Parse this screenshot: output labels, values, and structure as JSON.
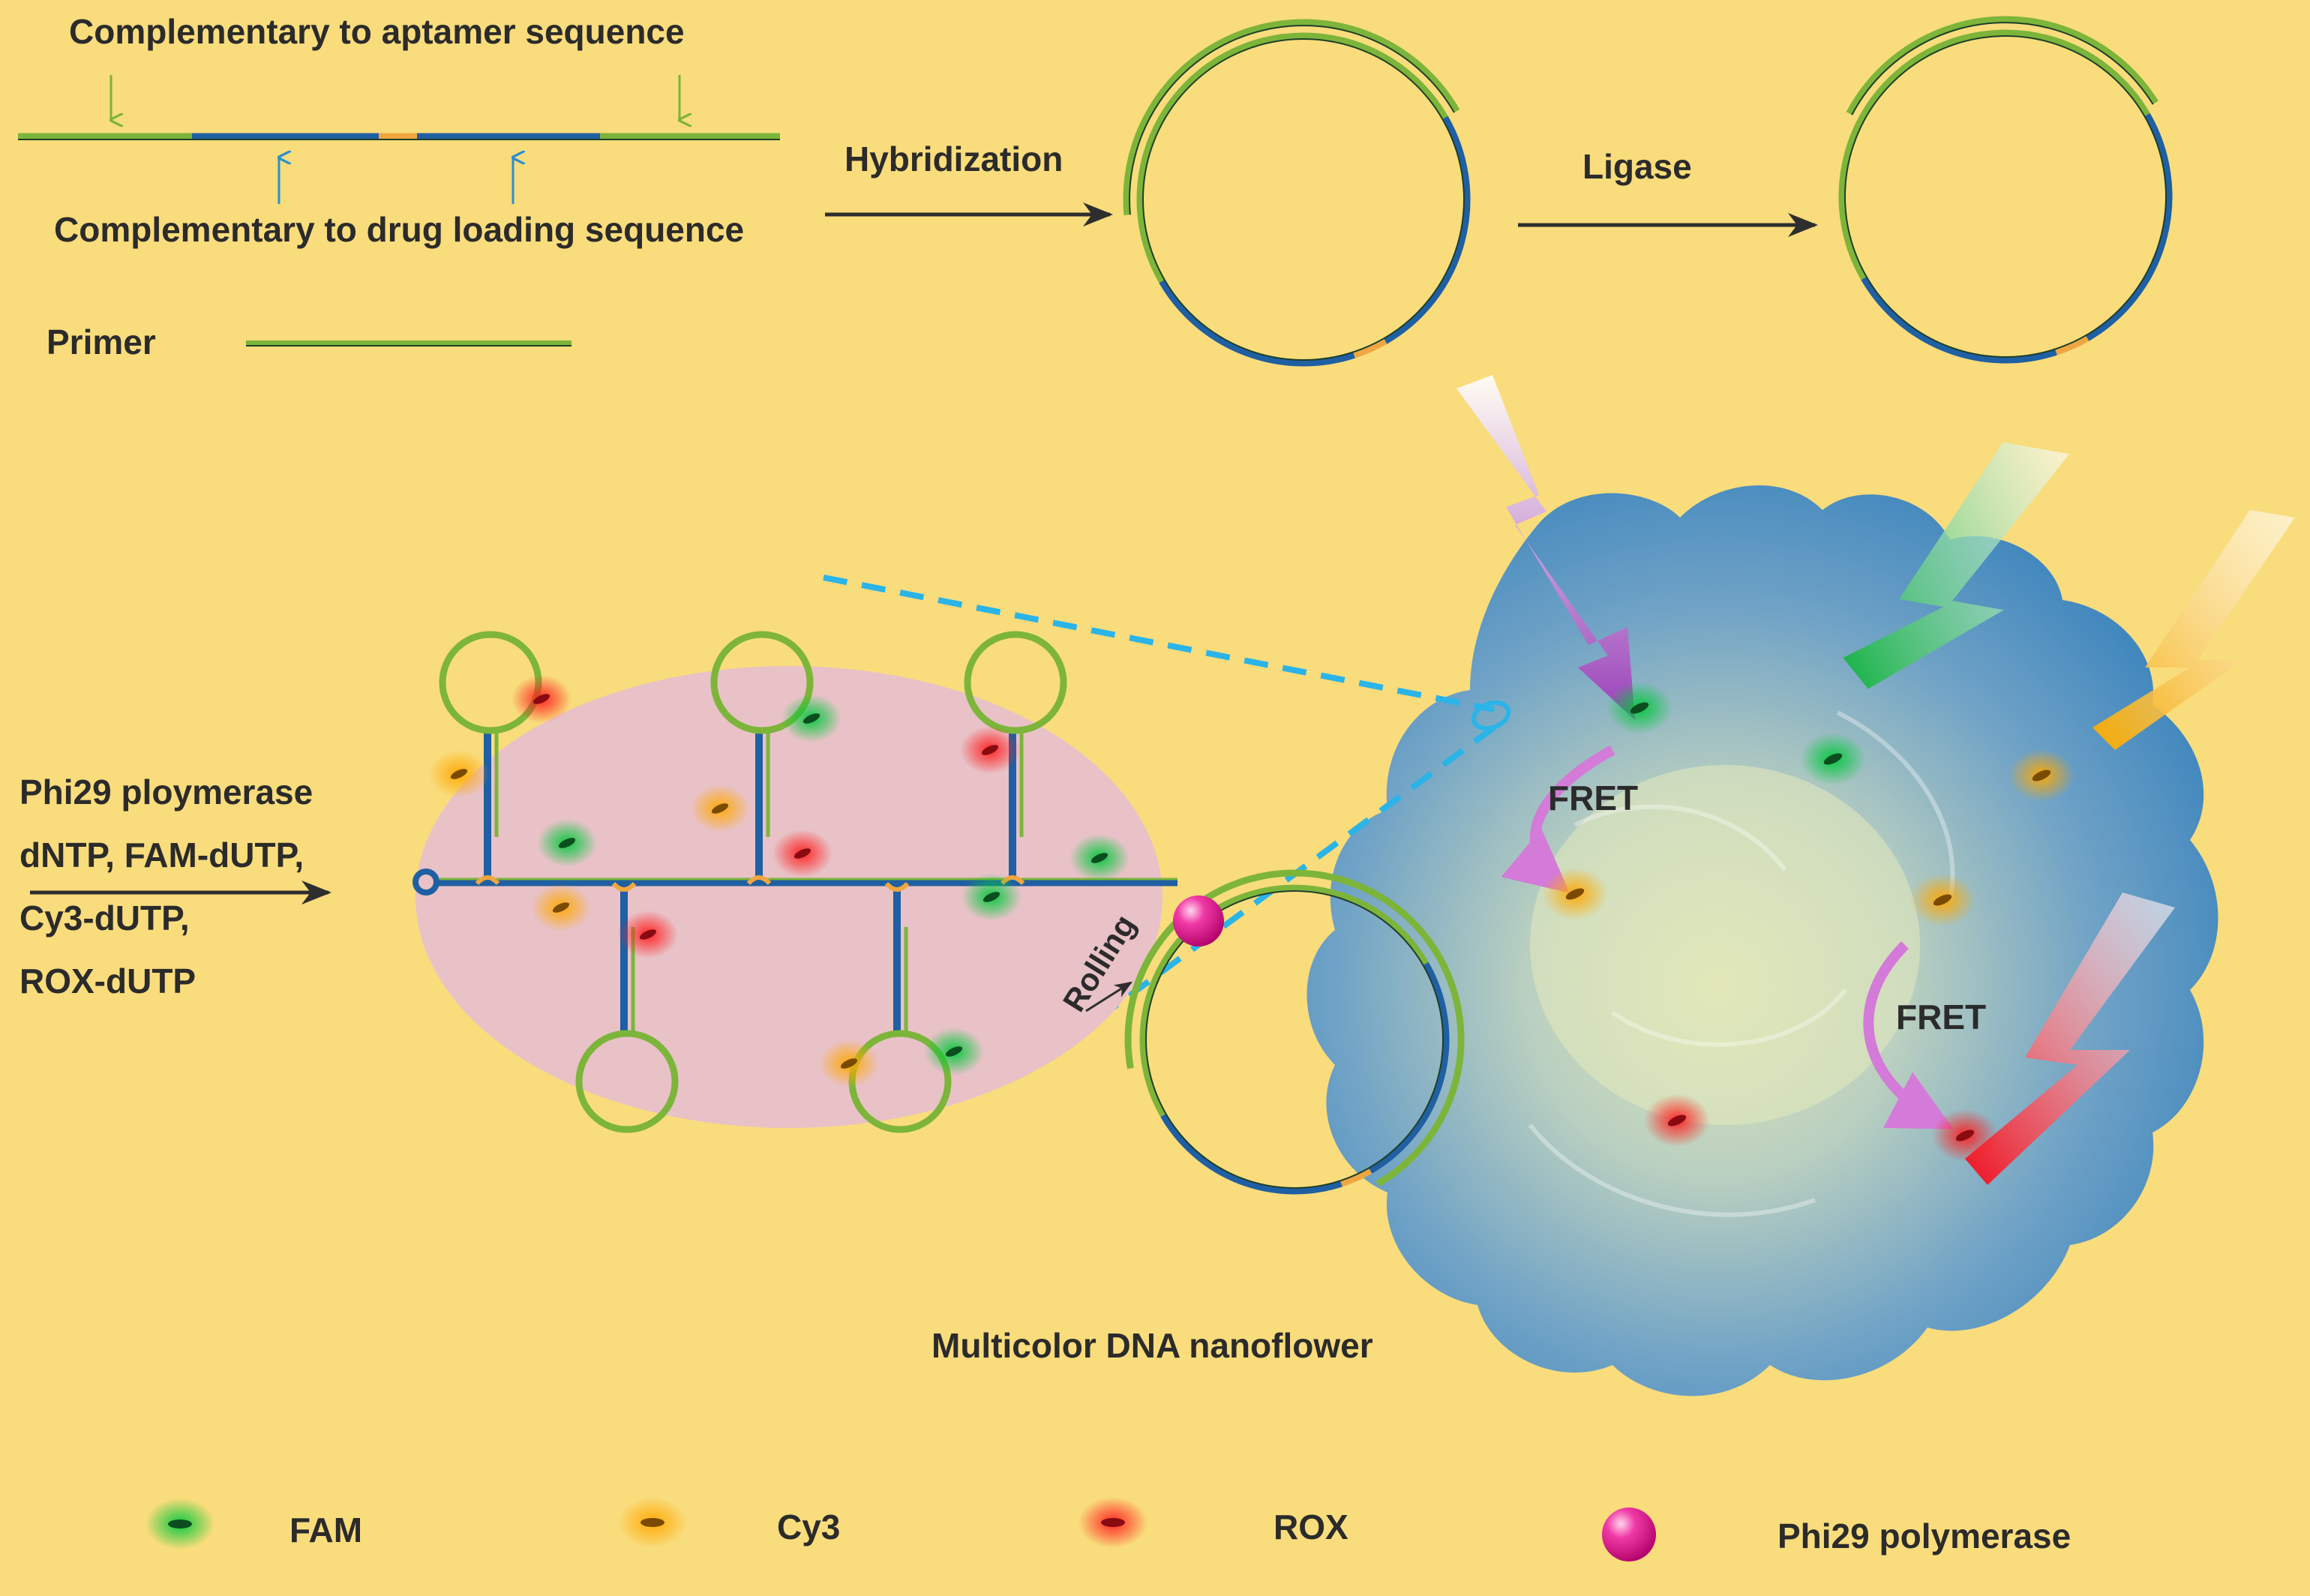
{
  "colors": {
    "background": "#f9dc7c",
    "dna_green": "#7cb53a",
    "dna_blue": "#1f5fa3",
    "dna_orange": "#f0a640",
    "ellipse_fill": "#e8c2c7",
    "flower": "#4a8fc0",
    "fam": "#0aa33e",
    "cy3": "#f2a21e",
    "rox": "#e8202a",
    "phi29": "#e0108a",
    "dashed_line": "#2ab4e8",
    "fret_arrow": "#d47ad8"
  },
  "top": {
    "aptamer_label": "Complementary to aptamer sequence",
    "drug_label": "Complementary to drug loading sequence",
    "primer_label": "Primer",
    "hybridization_label": "Hybridization",
    "ligase_label": "Ligase"
  },
  "middle": {
    "reagents": [
      "Phi29 ploymerase",
      "dNTP, FAM-dUTP,",
      "Cy3-dUTP,",
      "ROX-dUTP"
    ],
    "rolling_label": "Rolling",
    "fret_label_1": "FRET",
    "fret_label_2": "FRET",
    "product_label": "Multicolor DNA nanoflower"
  },
  "legend": [
    {
      "label": "FAM",
      "icon": "fam-dye-icon"
    },
    {
      "label": "Cy3",
      "icon": "cy3-dye-icon"
    },
    {
      "label": "ROX",
      "icon": "rox-dye-icon"
    },
    {
      "label": "Phi29 polymerase",
      "icon": "phi29-sphere-icon"
    }
  ]
}
